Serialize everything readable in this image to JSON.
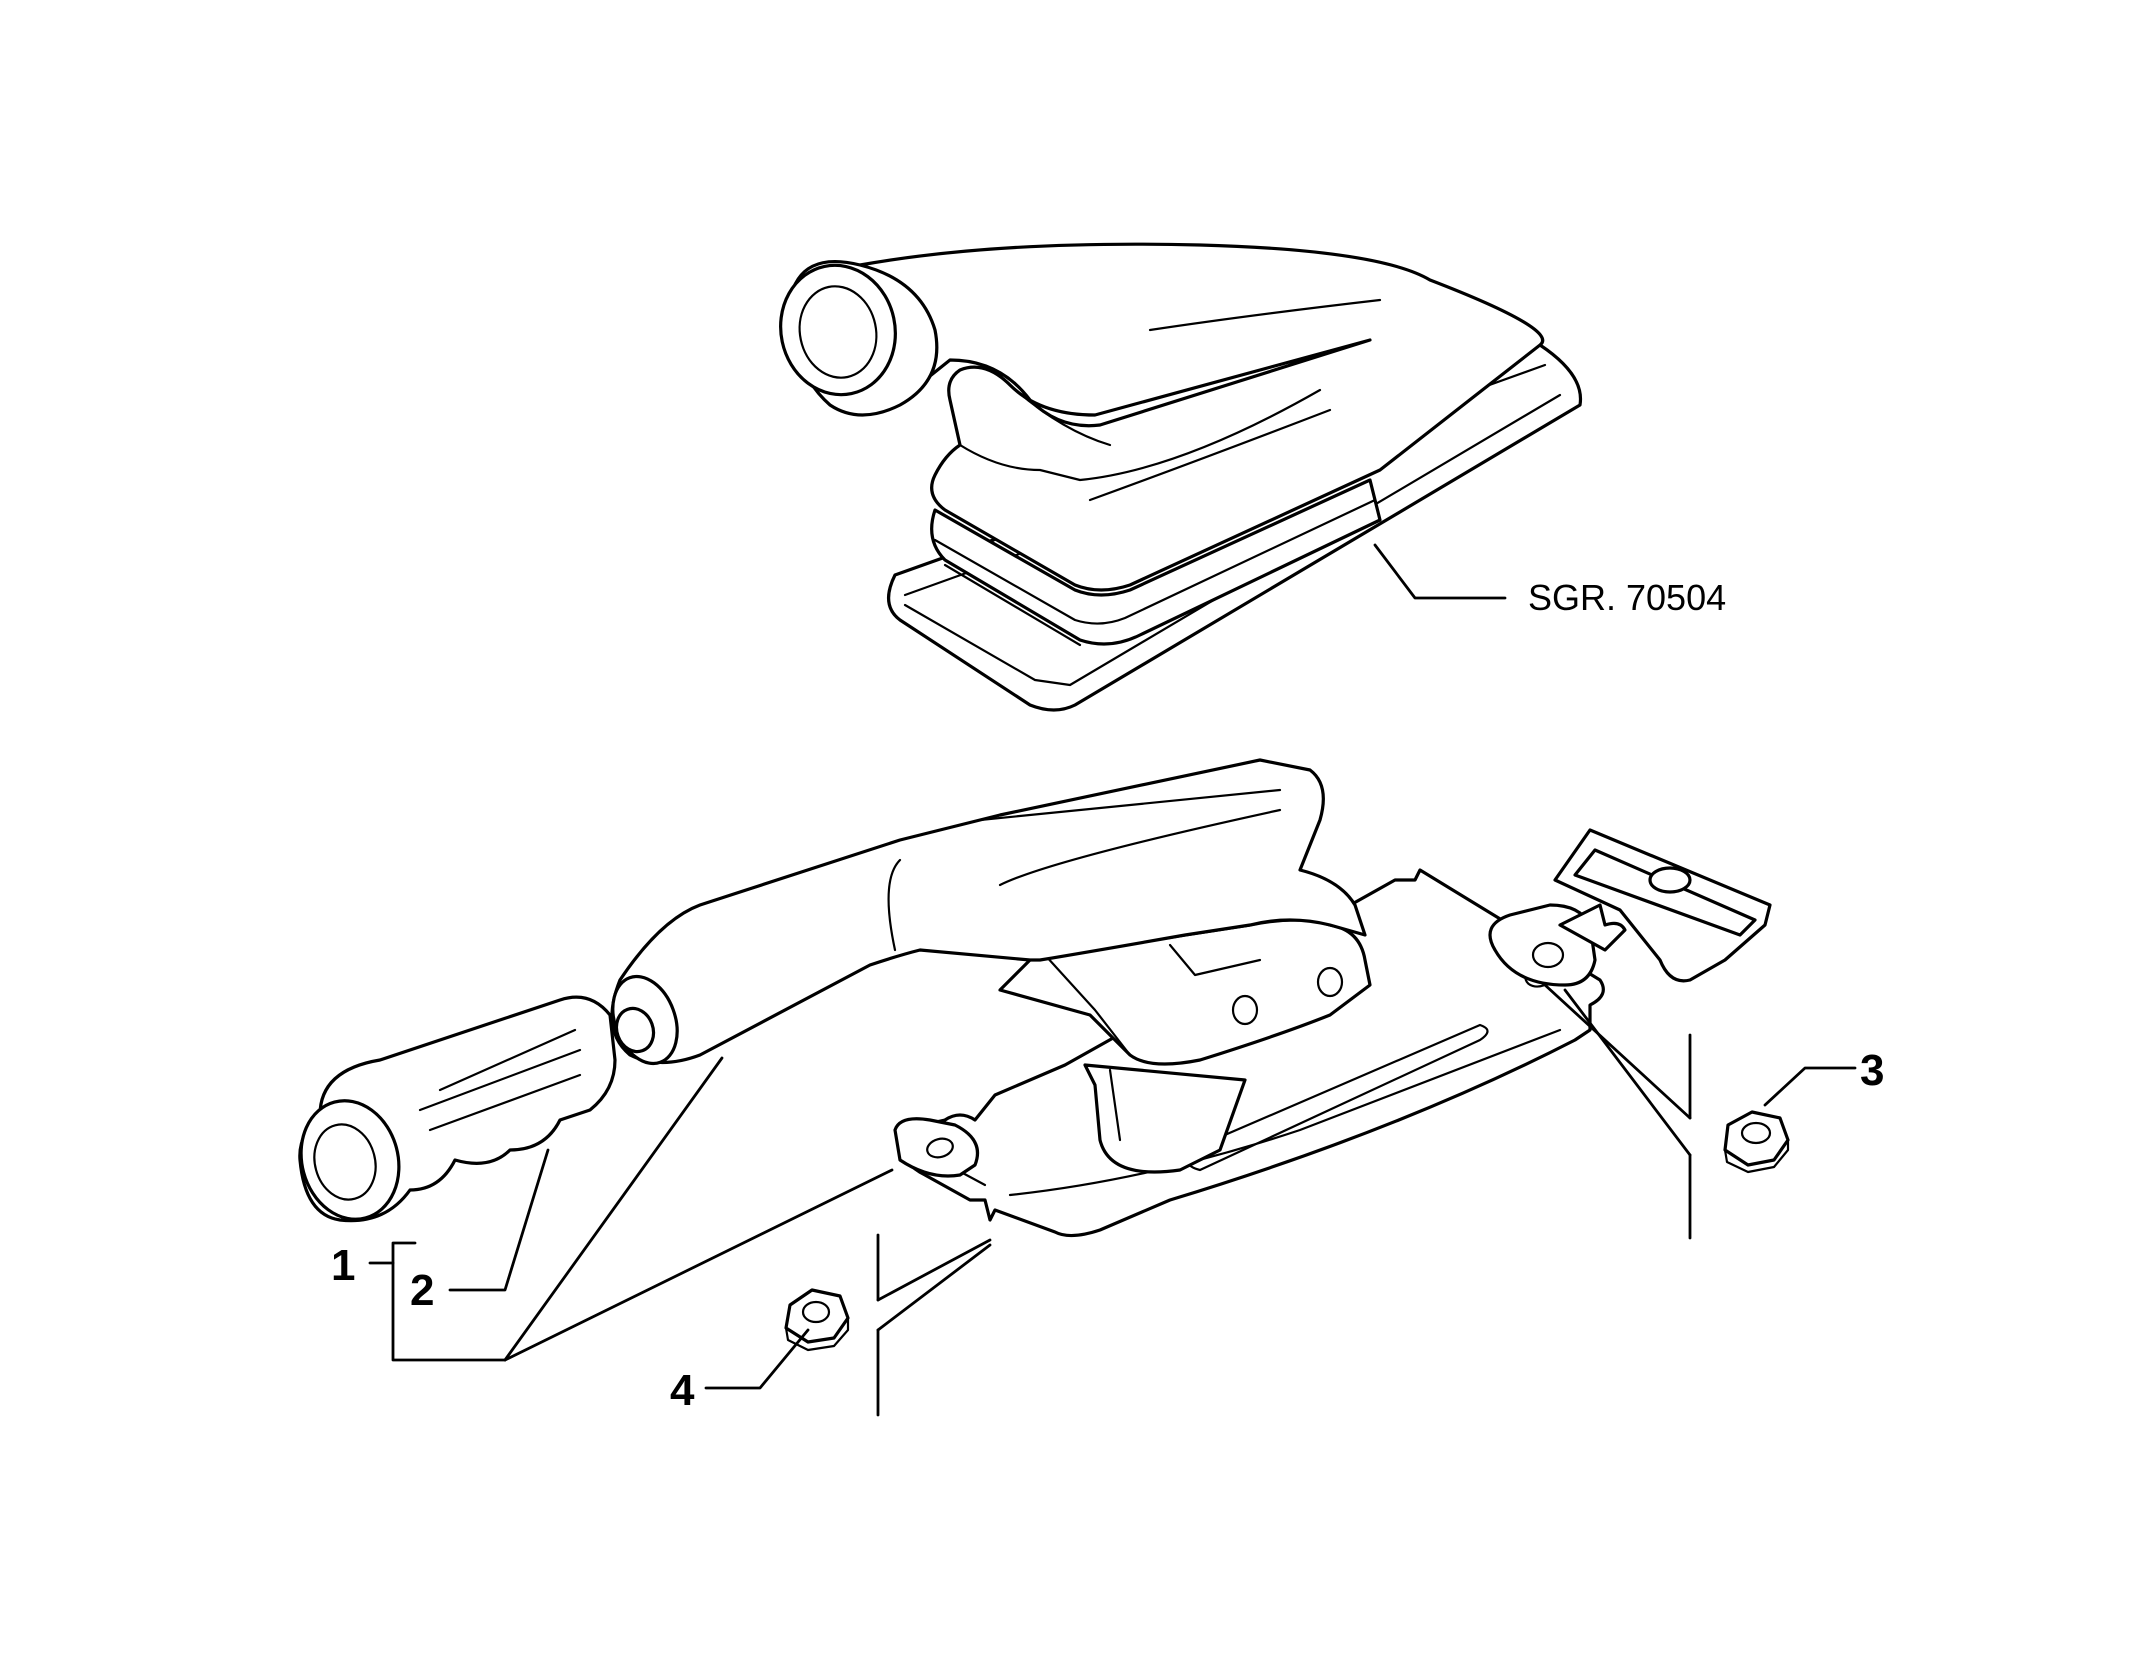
{
  "callouts": {
    "item_1": "1",
    "item_2": "2",
    "item_3": "3",
    "item_4": "4"
  },
  "reference": {
    "boot_group": "SGR. 70504"
  },
  "colors": {
    "line": "#000000",
    "background": "#ffffff"
  }
}
